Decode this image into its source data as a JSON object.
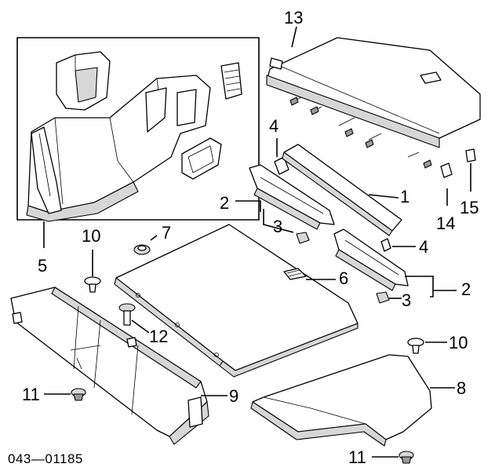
{
  "diagram_code": "043—01185",
  "callouts": {
    "c1": "1",
    "c2a": "2",
    "c2b": "2",
    "c3a": "3",
    "c3b": "3",
    "c4a": "4",
    "c4b": "4",
    "c5": "5",
    "c6": "6",
    "c7": "7",
    "c8": "8",
    "c9": "9",
    "c10a": "10",
    "c10b": "10",
    "c11a": "11",
    "c11b": "11",
    "c12": "12",
    "c13": "13",
    "c14": "14",
    "c15": "15"
  }
}
